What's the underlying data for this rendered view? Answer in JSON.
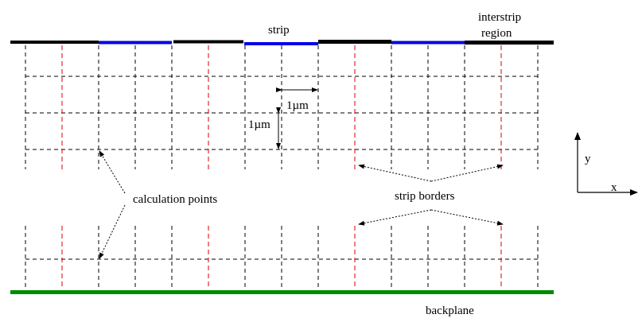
{
  "labels": {
    "strip": "strip",
    "interstrip_line1": "interstrip",
    "interstrip_line2": "region",
    "dx": "1µm",
    "dy": "1µm",
    "calculation_points": "calculation points",
    "strip_borders": "strip borders",
    "backplane": "backplane",
    "axis_y": "y",
    "axis_x": "x"
  },
  "colors": {
    "strip": "#0000e6",
    "interstrip": "#000000",
    "backplane": "#008c00",
    "grid": "#000000",
    "border": "#d40000"
  }
}
